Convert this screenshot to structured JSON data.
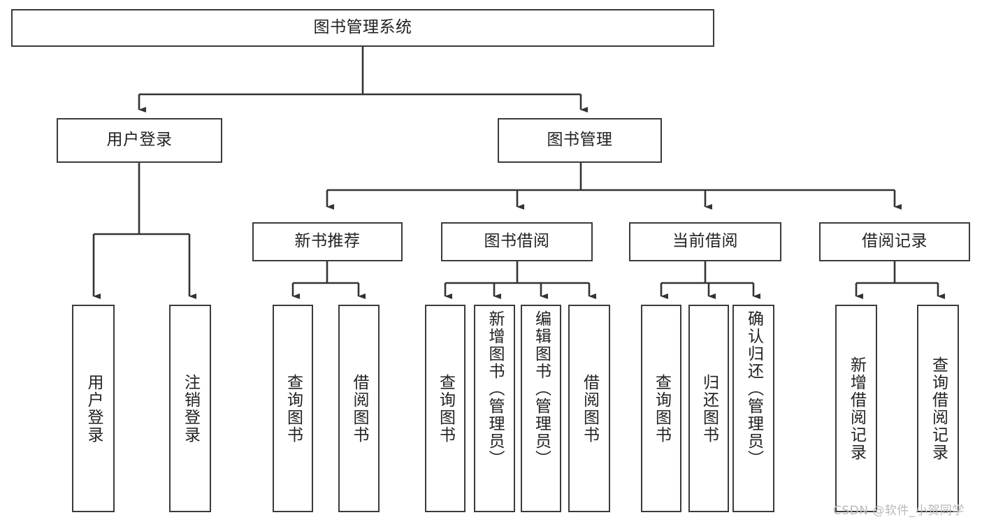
{
  "diagram": {
    "title": "图书管理系统",
    "type": "tree-hierarchy-diagram",
    "watermark": "CSDN @软件_小贺同学",
    "colors": {
      "box_border": "#3b3b3b",
      "box_fill": "#ffffff",
      "line": "#333333",
      "text": "#222222",
      "watermark": "#b9b9b9",
      "background": "#ffffff"
    },
    "levels": {
      "root": {
        "label": "图书管理系统"
      },
      "level2": [
        {
          "label": "用户登录"
        },
        {
          "label": "图书管理"
        }
      ],
      "level3": [
        {
          "label": "新书推荐"
        },
        {
          "label": "图书借阅"
        },
        {
          "label": "当前借阅"
        },
        {
          "label": "借阅记录"
        }
      ],
      "leaves": {
        "user_login": [
          {
            "label": "用户登录"
          },
          {
            "label": "注销登录"
          }
        ],
        "new_book": [
          {
            "label": "查询图书"
          },
          {
            "label": "借阅图书"
          }
        ],
        "book_borrow": [
          {
            "label": "查询图书"
          },
          {
            "label": "新增图书（管理员）"
          },
          {
            "label": "编辑图书（管理员）"
          },
          {
            "label": "借阅图书"
          }
        ],
        "current_borrow": [
          {
            "label": "查询图书"
          },
          {
            "label": "归还图书"
          },
          {
            "label": "确认归还（管理员）"
          }
        ],
        "borrow_record": [
          {
            "label": "新增借阅记录"
          },
          {
            "label": "查询借阅记录"
          }
        ]
      }
    }
  }
}
